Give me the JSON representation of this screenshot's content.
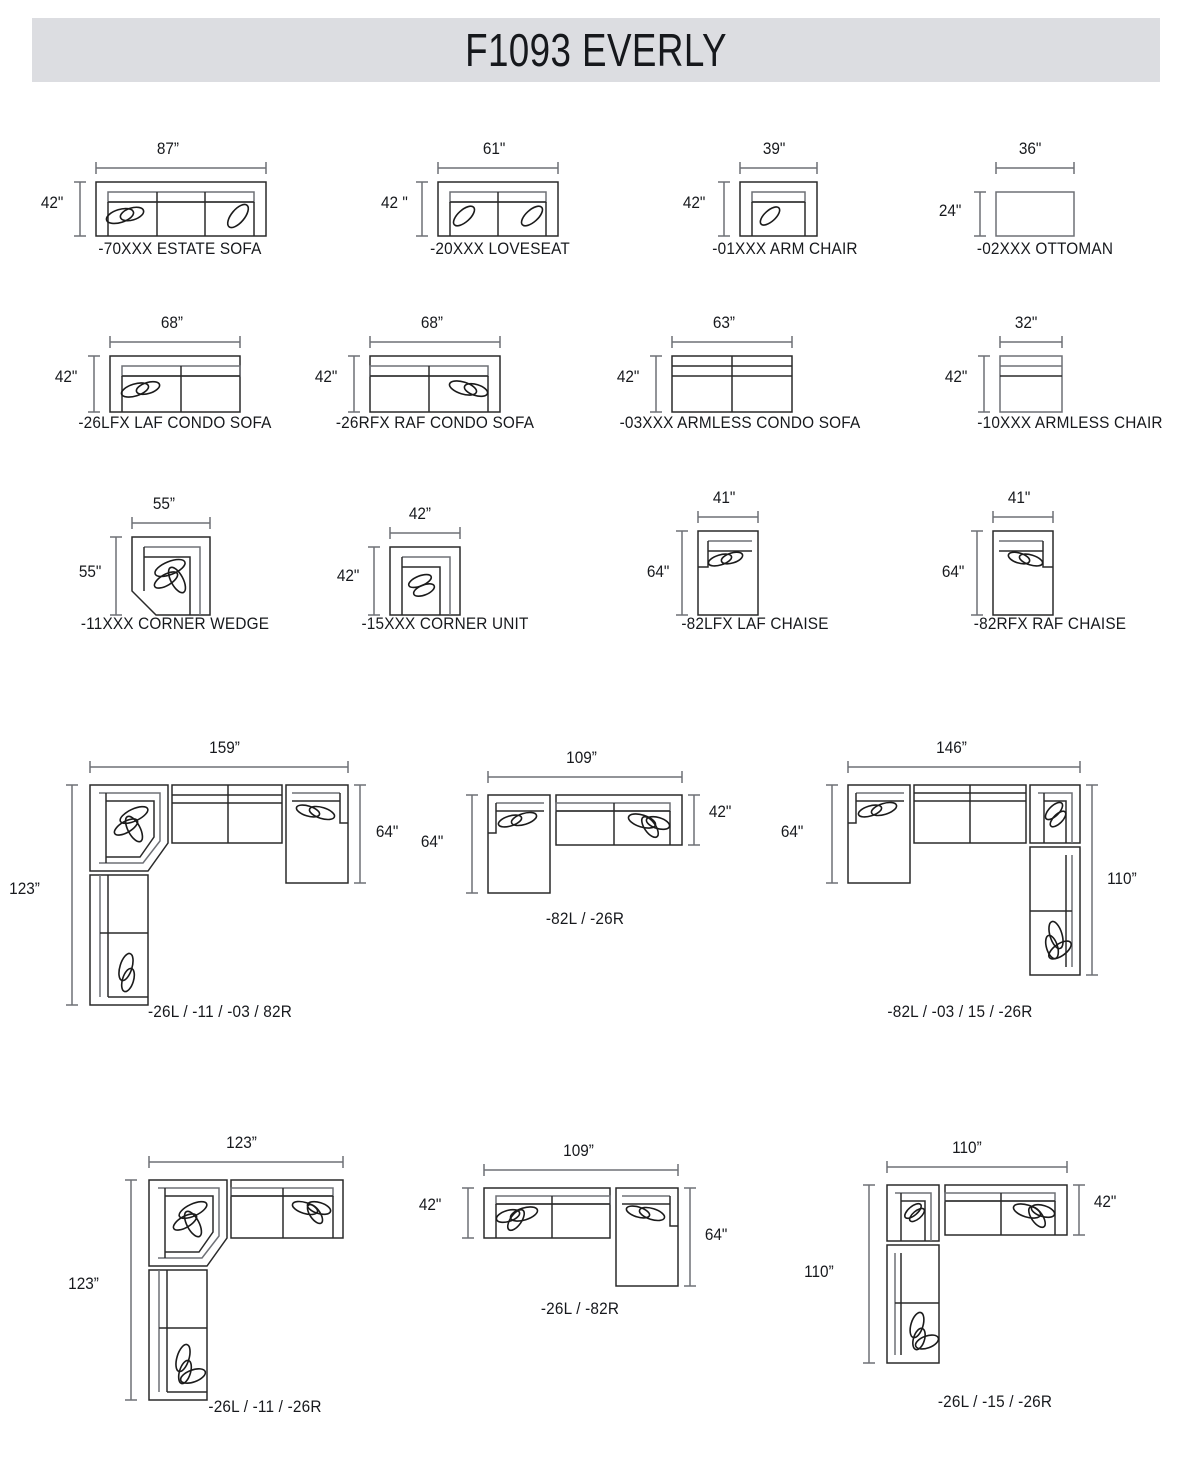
{
  "title": "F1093 EVERLY",
  "units": "inches",
  "pieces": [
    {
      "code": "-70XXX",
      "name": "ESTATE SOFA",
      "caption": "-70XXX ESTATE SOFA",
      "width": 87,
      "depth": 42,
      "width_label": "87”",
      "depth_label": "42\""
    },
    {
      "code": "-20XXX",
      "name": "LOVESEAT",
      "caption": "-20XXX  LOVESEAT",
      "width": 61,
      "depth": 42,
      "width_label": "61\"",
      "depth_label": "42 \""
    },
    {
      "code": "-01XXX",
      "name": "ARM CHAIR",
      "caption": "-01XXX ARM CHAIR",
      "width": 39,
      "depth": 42,
      "width_label": "39\"",
      "depth_label": "42\""
    },
    {
      "code": "-02XXX",
      "name": "OTTOMAN",
      "caption": "-02XXX OTTOMAN",
      "width": 36,
      "depth": 24,
      "width_label": "36\"",
      "depth_label": "24\""
    },
    {
      "code": "-26LFX",
      "name": "LAF CONDO SOFA",
      "caption": "-26LFX LAF CONDO SOFA",
      "width": 68,
      "depth": 42,
      "width_label": "68”",
      "depth_label": "42\""
    },
    {
      "code": "-26RFX",
      "name": "RAF CONDO SOFA",
      "caption": "-26RFX RAF CONDO SOFA",
      "width": 68,
      "depth": 42,
      "width_label": "68”",
      "depth_label": "42\""
    },
    {
      "code": "-03XXX",
      "name": "ARMLESS CONDO SOFA",
      "caption": "-03XXX ARMLESS CONDO SOFA",
      "width": 63,
      "depth": 42,
      "width_label": "63”",
      "depth_label": "42\""
    },
    {
      "code": "-10XXX",
      "name": "ARMLESS CHAIR",
      "caption": "-10XXX ARMLESS CHAIR",
      "width": 32,
      "depth": 42,
      "width_label": "32\"",
      "depth_label": "42\""
    },
    {
      "code": "-11XXX",
      "name": "CORNER WEDGE",
      "caption": "-11XXX CORNER WEDGE",
      "width": 55,
      "depth": 55,
      "width_label": "55”",
      "depth_label": "55\""
    },
    {
      "code": "-15XXX",
      "name": "CORNER UNIT",
      "caption": "-15XXX CORNER UNIT",
      "width": 42,
      "depth": 42,
      "width_label": "42”",
      "depth_label": "42\""
    },
    {
      "code": "-82LFX",
      "name": "LAF CHAISE",
      "caption": "-82LFX LAF CHAISE",
      "width": 41,
      "depth": 64,
      "width_label": "41\"",
      "depth_label": "64\""
    },
    {
      "code": "-82RFX",
      "name": "RAF CHAISE",
      "caption": "-82RFX RAF CHAISE",
      "width": 41,
      "depth": 64,
      "width_label": "41\"",
      "depth_label": "64\""
    }
  ],
  "configurations": [
    {
      "caption": "-26L / -11 / -03 / 82R",
      "overall_width": 159,
      "overall_depth": 123,
      "width_label": "159”",
      "depth_label": "123”",
      "right_label": "64\"",
      "components": [
        "-26L",
        "-11",
        "-03",
        "82R"
      ]
    },
    {
      "caption": "-82L / -26R",
      "overall_width": 109,
      "overall_depth": 64,
      "width_label": "109”",
      "depth_label": "64\"",
      "right_label": "42\"",
      "components": [
        "-82L",
        "-26R"
      ]
    },
    {
      "caption": "-82L / -03 / 15 / -26R",
      "overall_width": 146,
      "overall_depth": 110,
      "width_label": "146”",
      "depth_label": "64\"",
      "right_label": "110”",
      "components": [
        "-82L",
        "-03",
        "15",
        "-26R"
      ]
    },
    {
      "caption": "-26L / -11 / -26R",
      "overall_width": 123,
      "overall_depth": 123,
      "width_label": "123”",
      "depth_label": "123”",
      "right_label": "",
      "components": [
        "-26L",
        "-11",
        "-26R"
      ]
    },
    {
      "caption": "-26L / -82R",
      "overall_width": 109,
      "overall_depth": 64,
      "width_label": "109”",
      "depth_label": "42\"",
      "right_label": "64\"",
      "components": [
        "-26L",
        "-82R"
      ]
    },
    {
      "caption": "-26L / -15 / -26R",
      "overall_width": 110,
      "overall_depth": 110,
      "width_label": "110”",
      "depth_label": "110”",
      "right_label": "42\"",
      "components": [
        "-26L",
        "-15",
        "-26R"
      ]
    }
  ],
  "colors": {
    "banner": "#dcdde1",
    "outline": "#2a2a2a",
    "dimension": "#6e7076",
    "text": "#17191d"
  }
}
